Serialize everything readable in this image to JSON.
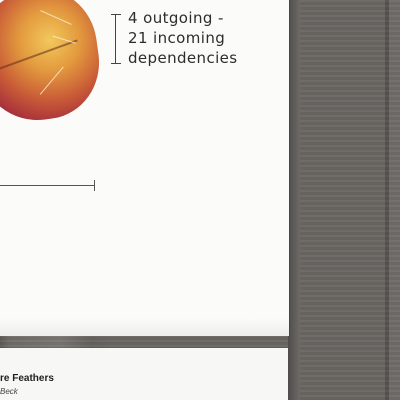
{
  "annotation": {
    "lines": [
      "4 outgoing -",
      "21 incoming",
      "dependencies"
    ]
  },
  "caption": {
    "title": "re Feathers",
    "author": "Beck"
  },
  "icons": {
    "leaf": "leaf-icon"
  },
  "colors": {
    "background": "#74716d",
    "poster": "#fbfbf9",
    "text": "#2d2d2d"
  }
}
